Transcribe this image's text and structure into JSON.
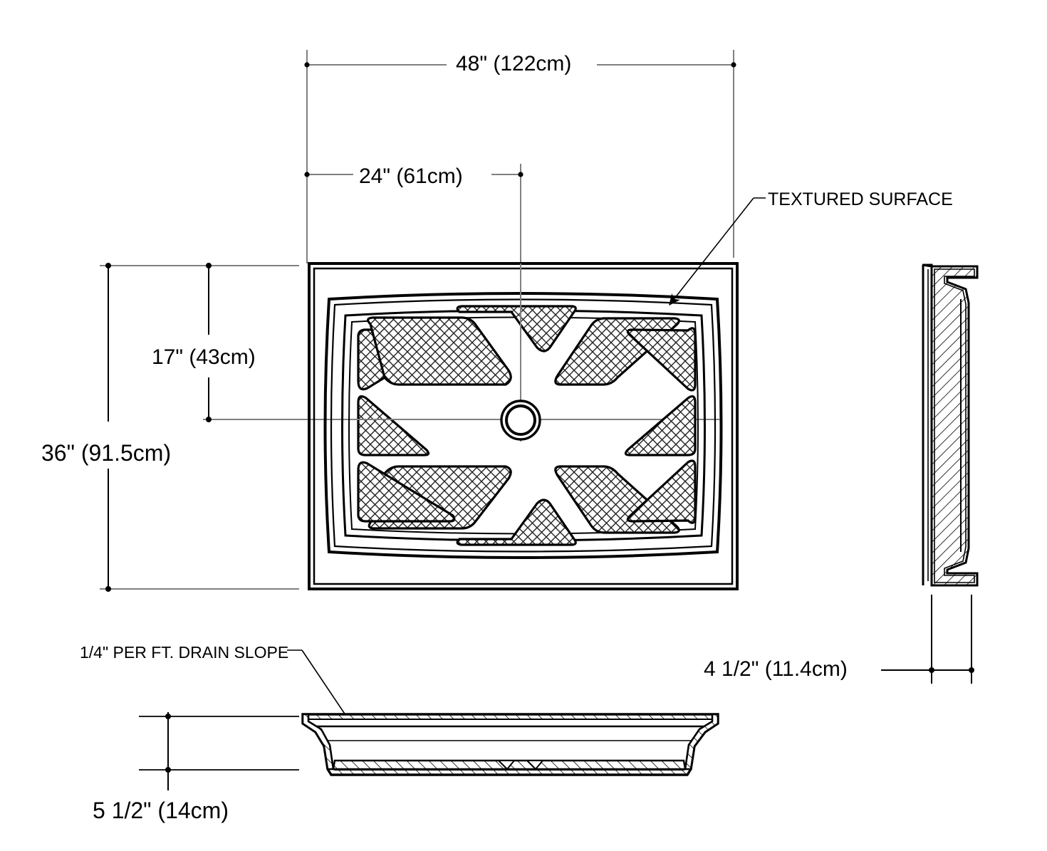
{
  "drawing": {
    "title": "Shower Pan / Base Technical Dimension Drawing",
    "views": [
      {
        "name": "top-view",
        "label": ""
      },
      {
        "name": "right-side-section-view",
        "label": ""
      },
      {
        "name": "front-section-view",
        "label": ""
      }
    ],
    "line_color": "#000000",
    "extension_line_color": "#808080",
    "background_color": "#ffffff",
    "hatch_pattern": "diagonal-crosshatch"
  },
  "dimensions": {
    "overall_width": "48\" (122cm)",
    "drain_offset_from_left": "24\" (61cm)",
    "drain_offset_from_top": "17\" (43cm)",
    "overall_depth": "36\" (91.5cm)",
    "threshold_height": "4 1/2\" (11.4cm)",
    "overall_height": "5 1/2\" (14cm)"
  },
  "annotations": {
    "textured_surface": "TEXTURED SURFACE",
    "drain_slope": "1/4\" PER FT. DRAIN SLOPE"
  },
  "features": {
    "drain": "center-drain",
    "texture_segments": 8
  }
}
